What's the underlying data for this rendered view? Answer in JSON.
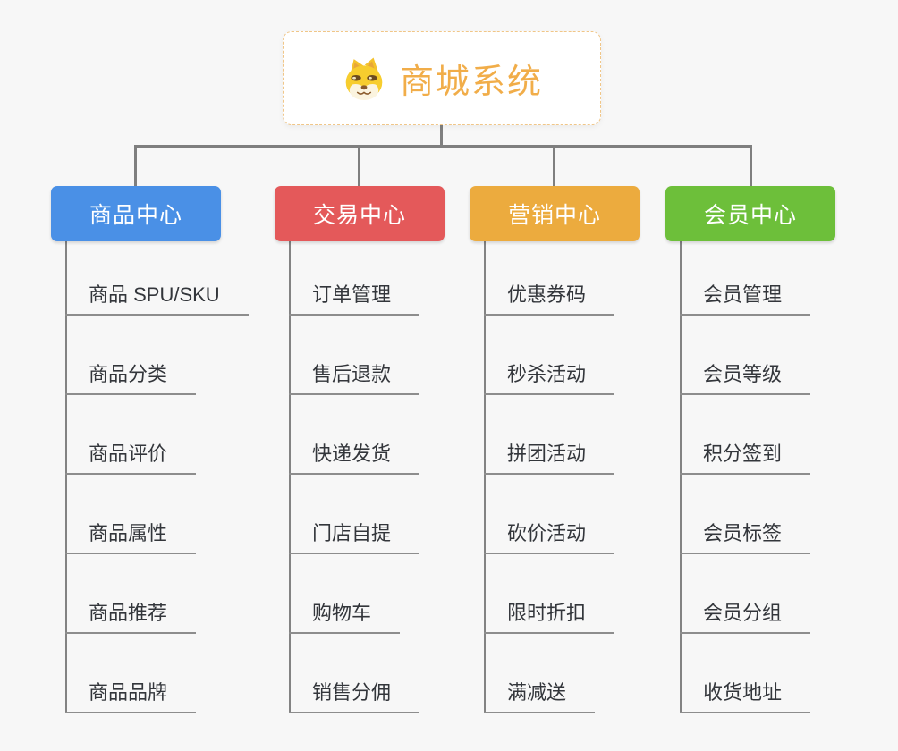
{
  "canvas": {
    "background": "#f7f7f7",
    "connector_color": "#7f7f7f",
    "underline_color": "#8d8d8d"
  },
  "root": {
    "title": "商城系统",
    "icon": "dog-face-icon",
    "text_color": "#f1ad49",
    "border_color": "#f0c688"
  },
  "branches": [
    {
      "label": "商品中心",
      "color": "#4a90e6",
      "items": [
        "商品 SPU/SKU",
        "商品分类",
        "商品评价",
        "商品属性",
        "商品推荐",
        "商品品牌"
      ]
    },
    {
      "label": "交易中心",
      "color": "#e4595a",
      "items": [
        "订单管理",
        "售后退款",
        "快递发货",
        "门店自提",
        "购物车",
        "销售分佣"
      ]
    },
    {
      "label": "营销中心",
      "color": "#ecab3e",
      "items": [
        "优惠券码",
        "秒杀活动",
        "拼团活动",
        "砍价活动",
        "限时折扣",
        "满减送"
      ]
    },
    {
      "label": "会员中心",
      "color": "#6dbf3a",
      "items": [
        "会员管理",
        "会员等级",
        "积分签到",
        "会员标签",
        "会员分组",
        "收货地址"
      ]
    }
  ]
}
